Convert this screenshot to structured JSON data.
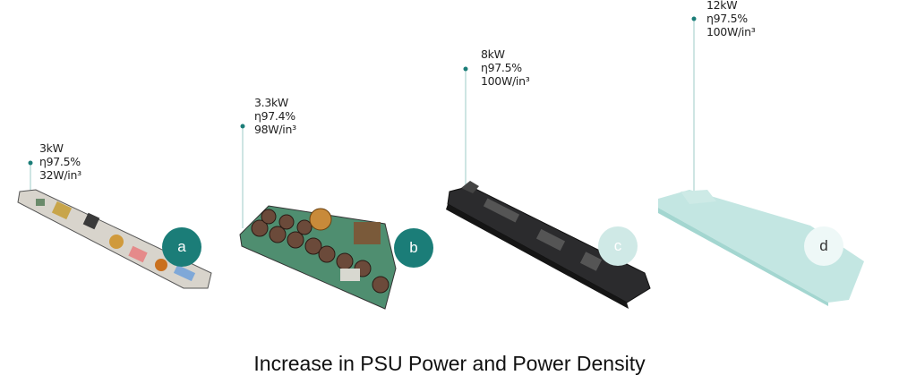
{
  "products": [
    {
      "id": "a",
      "power": "3kW",
      "efficiency": "η97.5%",
      "density": "32W/in³",
      "badge_color": "#1b7d78",
      "badge_text_color": "#ffffff"
    },
    {
      "id": "b",
      "power": "3.3kW",
      "efficiency": "η97.4%",
      "density": "98W/in³",
      "badge_color": "#1b7d78",
      "badge_text_color": "#ffffff"
    },
    {
      "id": "c",
      "power": "8kW",
      "efficiency": "η97.5%",
      "density": "100W/in³",
      "badge_color": "#cfe9e6",
      "badge_text_color": "#ffffff"
    },
    {
      "id": "d",
      "power": "12kW",
      "efficiency": "η97.5%",
      "density": "100W/in³",
      "badge_color": "#eef8f7",
      "badge_text_color": "#333333"
    }
  ],
  "caption": "Increase in PSU Power and Power Density",
  "colors": {
    "leader": "#9ccbc7",
    "dot": "#1b7d78"
  }
}
